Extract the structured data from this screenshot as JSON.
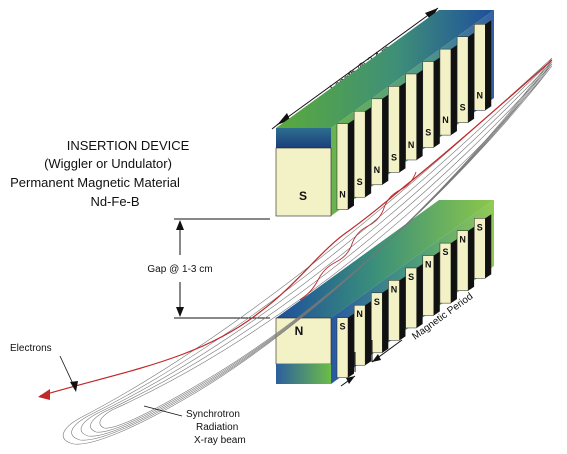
{
  "title_lines": [
    "INSERTION DEVICE",
    "(Wiggler or Undulator)",
    "Permanent Magnetic Material",
    "Nd-Fe-B"
  ],
  "labels": {
    "length": "Length @ 2.4 m",
    "gap": "Gap @ 1-3 cm",
    "magnetic_period": "Magnetic Period",
    "electrons": "Electrons",
    "synchrotron": [
      "Synchrotron",
      "Radiation",
      "X-ray beam"
    ]
  },
  "upper_array": {
    "end_pole": "S",
    "poles": [
      "N",
      "S",
      "N",
      "S",
      "N",
      "S",
      "N",
      "S",
      "N"
    ]
  },
  "lower_array": {
    "end_pole": "N",
    "poles": [
      "S",
      "N",
      "S",
      "N",
      "S",
      "N",
      "S",
      "N",
      "S"
    ]
  },
  "colors": {
    "magnet_face": "#f3f1c6",
    "magnet_green": "#5aaa3c",
    "magnet_blue": "#1e4f9c",
    "electron_path": "#c0282a",
    "beam_lines": "#777777"
  }
}
